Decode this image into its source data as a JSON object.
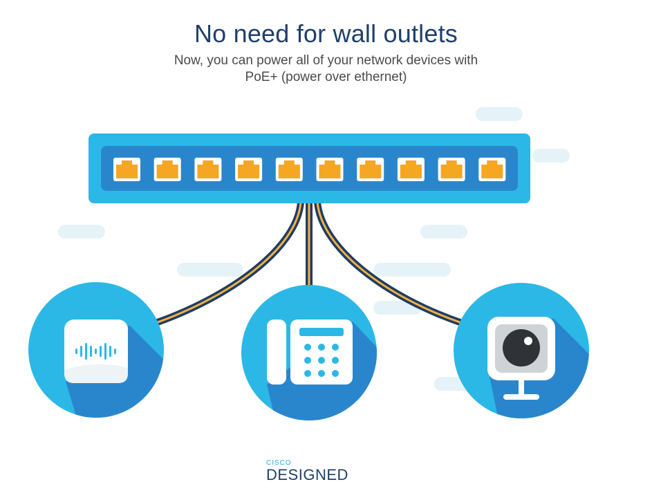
{
  "header": {
    "title": "No need for wall outlets",
    "subtitle_line1": "Now, you can power all of your network devices with",
    "subtitle_line2": "PoE+ (power over ethernet)"
  },
  "switch": {
    "port_count": 10
  },
  "devices": [
    {
      "name": "access-point",
      "icon": "wireless-access-point-icon"
    },
    {
      "name": "ip-phone",
      "icon": "desk-phone-icon"
    },
    {
      "name": "security-camera",
      "icon": "webcam-icon"
    }
  ],
  "brand": {
    "line1": "CISCO",
    "line2": "DESIGNED"
  },
  "colors": {
    "title": "#1f3f6b",
    "switch_body": "#2bb8e6",
    "switch_panel": "#2a86cc",
    "port": "#f5a623",
    "circle": "#2bb8e6",
    "circle_shadow": "#2a86cc",
    "cable_dark": "#1e3d63",
    "cable_light": "#f2b144",
    "cloud": "#e5f3f9"
  }
}
